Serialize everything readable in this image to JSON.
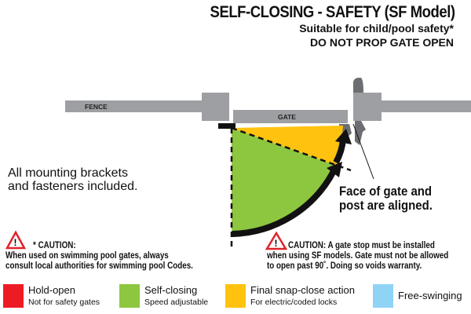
{
  "header": {
    "title": "SELF-CLOSING - SAFETY (SF Model)",
    "subtitle": "Suitable for child/pool safety*",
    "warning": "DO NOT PROP GATE OPEN"
  },
  "diagram": {
    "fence_label": "FENCE",
    "gate_label": "GATE",
    "mounting_note": "All mounting brackets and fasteners included.",
    "face_note_line1": "Face of gate and",
    "face_note_line2": "post are aligned."
  },
  "caution_left": {
    "heading": "* CAUTION:",
    "line1": "When used on swimming pool gates, always",
    "line2": "consult local authorities for swimming pool Codes."
  },
  "caution_right": {
    "line1": "CAUTION: A gate stop must be installed",
    "line2": "when using SF models. Gate must not be allowed",
    "line3": "to open past 90˚. Doing so voids warranty."
  },
  "legend": [
    {
      "label": "Hold-open",
      "sub": "Not for safety gates",
      "color": "#ed1c24"
    },
    {
      "label": "Self-closing",
      "sub": "Speed adjustable",
      "color": "#8dc63f"
    },
    {
      "label": "Final snap-close action",
      "sub": "For electric/coded locks",
      "color": "#ffc20e"
    },
    {
      "label": "Free-swinging",
      "sub": "",
      "color": "#8fd3f5"
    }
  ]
}
